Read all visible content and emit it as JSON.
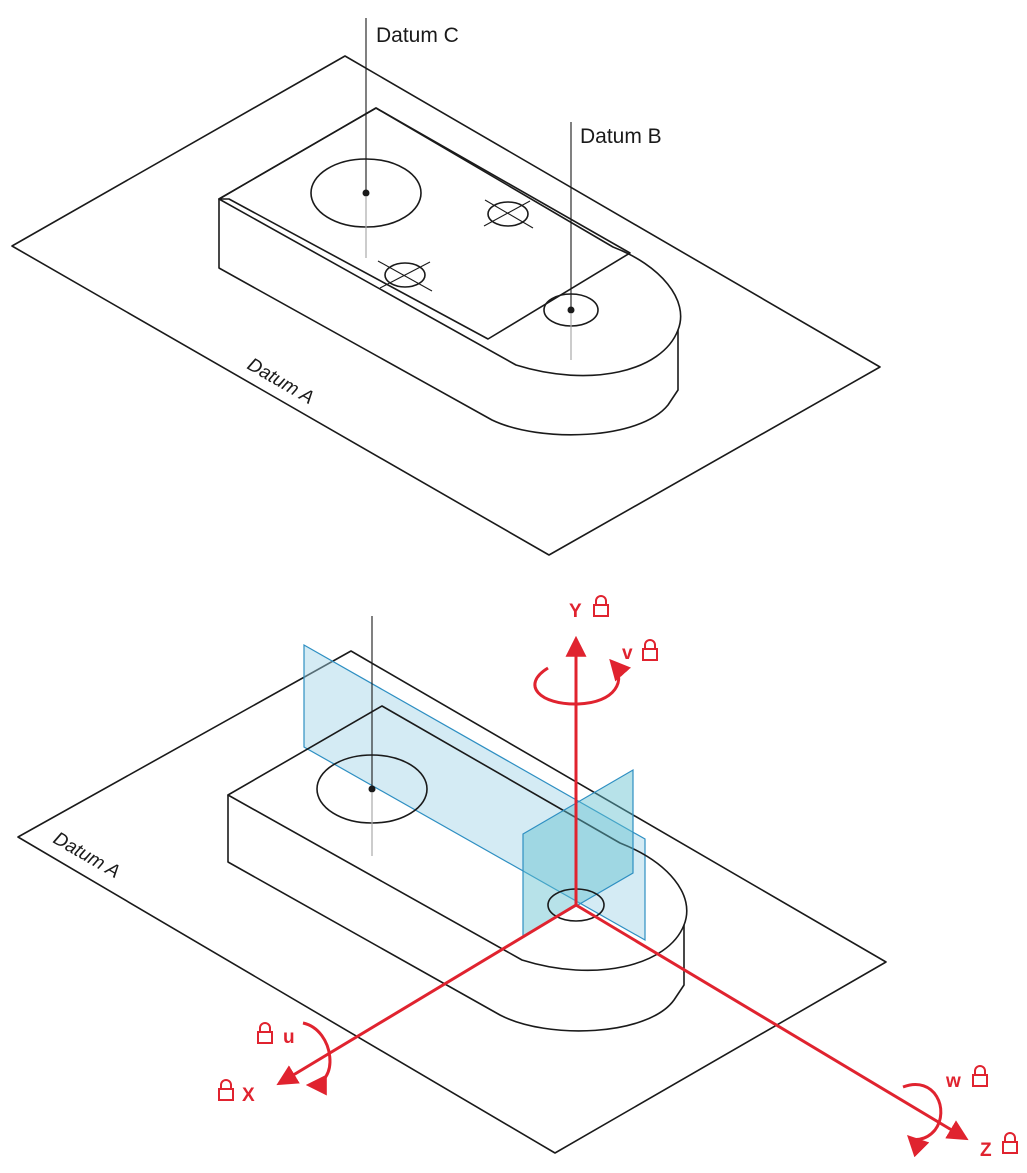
{
  "labels": {
    "datum_c": "Datum C",
    "datum_b": "Datum B",
    "datum_a_top": "Datum A",
    "datum_a_bottom": "Datum A"
  },
  "axes": {
    "y": "Y",
    "x": "X",
    "z": "Z",
    "u": "u",
    "v": "v",
    "w": "w"
  },
  "colors": {
    "axis": "#e0232f",
    "plane_fill": "#9fd3e6",
    "plane_stroke": "#2e8fc2",
    "ink": "#1a1a1a"
  },
  "icons": {
    "lock": "lock-icon"
  }
}
